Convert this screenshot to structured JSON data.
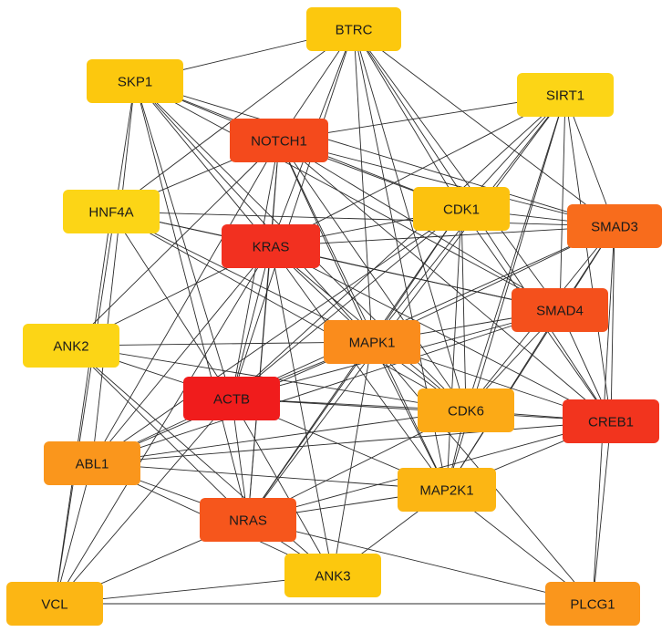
{
  "nodes": [
    {
      "id": "BTRC",
      "label": "BTRC",
      "color": "#fcc80e"
    },
    {
      "id": "SKP1",
      "label": "SKP1",
      "color": "#fcc80e"
    },
    {
      "id": "SIRT1",
      "label": "SIRT1",
      "color": "#fcd516"
    },
    {
      "id": "NOTCH1",
      "label": "NOTCH1",
      "color": "#f44a1c"
    },
    {
      "id": "HNF4A",
      "label": "HNF4A",
      "color": "#fcd516"
    },
    {
      "id": "CDK1",
      "label": "CDK1",
      "color": "#fcc20f"
    },
    {
      "id": "SMAD3",
      "label": "SMAD3",
      "color": "#f86c1c"
    },
    {
      "id": "KRAS",
      "label": "KRAS",
      "color": "#f23020"
    },
    {
      "id": "SMAD4",
      "label": "SMAD4",
      "color": "#f4501c"
    },
    {
      "id": "ANK2",
      "label": "ANK2",
      "color": "#fcd516"
    },
    {
      "id": "MAPK1",
      "label": "MAPK1",
      "color": "#fa8c1c"
    },
    {
      "id": "ACTB",
      "label": "ACTB",
      "color": "#f01c1c"
    },
    {
      "id": "CDK6",
      "label": "CDK6",
      "color": "#fcaa16"
    },
    {
      "id": "CREB1",
      "label": "CREB1",
      "color": "#f2341e"
    },
    {
      "id": "ABL1",
      "label": "ABL1",
      "color": "#fa961c"
    },
    {
      "id": "MAP2K1",
      "label": "MAP2K1",
      "color": "#fcb614"
    },
    {
      "id": "NRAS",
      "label": "NRAS",
      "color": "#f6561c"
    },
    {
      "id": "ANK3",
      "label": "ANK3",
      "color": "#fcc80e"
    },
    {
      "id": "VCL",
      "label": "VCL",
      "color": "#fcb614"
    },
    {
      "id": "PLCG1",
      "label": "PLCG1",
      "color": "#fa961c"
    }
  ],
  "edges": [
    [
      "BTRC",
      "SKP1"
    ],
    [
      "BTRC",
      "NOTCH1"
    ],
    [
      "BTRC",
      "KRAS"
    ],
    [
      "BTRC",
      "CDK1"
    ],
    [
      "BTRC",
      "SMAD3"
    ],
    [
      "BTRC",
      "SMAD4"
    ],
    [
      "BTRC",
      "MAPK1"
    ],
    [
      "BTRC",
      "ACTB"
    ],
    [
      "BTRC",
      "CDK6"
    ],
    [
      "BTRC",
      "CREB1"
    ],
    [
      "BTRC",
      "HNF4A"
    ],
    [
      "BTRC",
      "MAP2K1"
    ],
    [
      "SKP1",
      "NOTCH1"
    ],
    [
      "SKP1",
      "KRAS"
    ],
    [
      "SKP1",
      "CDK1"
    ],
    [
      "SKP1",
      "SMAD3"
    ],
    [
      "SKP1",
      "SMAD4"
    ],
    [
      "SKP1",
      "MAPK1"
    ],
    [
      "SKP1",
      "ACTB"
    ],
    [
      "SKP1",
      "ABL1"
    ],
    [
      "SKP1",
      "VCL"
    ],
    [
      "SKP1",
      "CDK6"
    ],
    [
      "SKP1",
      "NRAS"
    ],
    [
      "SIRT1",
      "NOTCH1"
    ],
    [
      "SIRT1",
      "KRAS"
    ],
    [
      "SIRT1",
      "SMAD3"
    ],
    [
      "SIRT1",
      "SMAD4"
    ],
    [
      "SIRT1",
      "MAPK1"
    ],
    [
      "SIRT1",
      "ACTB"
    ],
    [
      "SIRT1",
      "CDK6"
    ],
    [
      "SIRT1",
      "CREB1"
    ],
    [
      "SIRT1",
      "MAP2K1"
    ],
    [
      "SIRT1",
      "NRAS"
    ],
    [
      "SIRT1",
      "CDK1"
    ],
    [
      "NOTCH1",
      "HNF4A"
    ],
    [
      "NOTCH1",
      "KRAS"
    ],
    [
      "NOTCH1",
      "CDK1"
    ],
    [
      "NOTCH1",
      "SMAD3"
    ],
    [
      "NOTCH1",
      "SMAD4"
    ],
    [
      "NOTCH1",
      "MAPK1"
    ],
    [
      "NOTCH1",
      "ACTB"
    ],
    [
      "NOTCH1",
      "CDK6"
    ],
    [
      "NOTCH1",
      "CREB1"
    ],
    [
      "NOTCH1",
      "MAP2K1"
    ],
    [
      "NOTCH1",
      "NRAS"
    ],
    [
      "NOTCH1",
      "ANK2"
    ],
    [
      "NOTCH1",
      "ABL1"
    ],
    [
      "HNF4A",
      "KRAS"
    ],
    [
      "HNF4A",
      "SMAD3"
    ],
    [
      "HNF4A",
      "SMAD4"
    ],
    [
      "HNF4A",
      "ACTB"
    ],
    [
      "HNF4A",
      "VCL"
    ],
    [
      "HNF4A",
      "CDK6"
    ],
    [
      "HNF4A",
      "MAPK1"
    ],
    [
      "CDK1",
      "KRAS"
    ],
    [
      "CDK1",
      "ACTB"
    ],
    [
      "CDK1",
      "MAPK1"
    ],
    [
      "CDK1",
      "CDK6"
    ],
    [
      "CDK1",
      "MAP2K1"
    ],
    [
      "CDK1",
      "ABL1"
    ],
    [
      "CDK1",
      "NRAS"
    ],
    [
      "CDK1",
      "SMAD3"
    ],
    [
      "CDK1",
      "CREB1"
    ],
    [
      "SMAD3",
      "KRAS"
    ],
    [
      "SMAD3",
      "SMAD4"
    ],
    [
      "SMAD3",
      "ACTB"
    ],
    [
      "SMAD3",
      "MAPK1"
    ],
    [
      "SMAD3",
      "CDK6"
    ],
    [
      "SMAD3",
      "MAP2K1"
    ],
    [
      "SMAD3",
      "PLCG1"
    ],
    [
      "SMAD3",
      "CREB1"
    ],
    [
      "KRAS",
      "SMAD4"
    ],
    [
      "KRAS",
      "MAPK1"
    ],
    [
      "KRAS",
      "ACTB"
    ],
    [
      "KRAS",
      "CDK6"
    ],
    [
      "KRAS",
      "ABL1"
    ],
    [
      "KRAS",
      "MAP2K1"
    ],
    [
      "KRAS",
      "NRAS"
    ],
    [
      "KRAS",
      "ANK2"
    ],
    [
      "KRAS",
      "ANK3"
    ],
    [
      "KRAS",
      "VCL"
    ],
    [
      "KRAS",
      "CREB1"
    ],
    [
      "SMAD4",
      "ACTB"
    ],
    [
      "SMAD4",
      "MAPK1"
    ],
    [
      "SMAD4",
      "CDK6"
    ],
    [
      "SMAD4",
      "CREB1"
    ],
    [
      "SMAD4",
      "MAP2K1"
    ],
    [
      "SMAD4",
      "ABL1"
    ],
    [
      "ANK2",
      "MAPK1"
    ],
    [
      "ANK2",
      "ACTB"
    ],
    [
      "ANK2",
      "CDK6"
    ],
    [
      "ANK2",
      "ANK3"
    ],
    [
      "ANK2",
      "NRAS"
    ],
    [
      "MAPK1",
      "ACTB"
    ],
    [
      "MAPK1",
      "CDK6"
    ],
    [
      "MAPK1",
      "CREB1"
    ],
    [
      "MAPK1",
      "ABL1"
    ],
    [
      "MAPK1",
      "MAP2K1"
    ],
    [
      "MAPK1",
      "NRAS"
    ],
    [
      "MAPK1",
      "PLCG1"
    ],
    [
      "MAPK1",
      "ANK3"
    ],
    [
      "ACTB",
      "CDK6"
    ],
    [
      "ACTB",
      "CREB1"
    ],
    [
      "ACTB",
      "ABL1"
    ],
    [
      "ACTB",
      "MAP2K1"
    ],
    [
      "ACTB",
      "NRAS"
    ],
    [
      "ACTB",
      "VCL"
    ],
    [
      "ACTB",
      "ANK3"
    ],
    [
      "CDK6",
      "CREB1"
    ],
    [
      "CDK6",
      "MAP2K1"
    ],
    [
      "CDK6",
      "NRAS"
    ],
    [
      "CDK6",
      "ABL1"
    ],
    [
      "CREB1",
      "MAP2K1"
    ],
    [
      "CREB1",
      "NRAS"
    ],
    [
      "CREB1",
      "ABL1"
    ],
    [
      "CREB1",
      "PLCG1"
    ],
    [
      "ABL1",
      "NRAS"
    ],
    [
      "ABL1",
      "MAP2K1"
    ],
    [
      "ABL1",
      "VCL"
    ],
    [
      "ABL1",
      "ANK3"
    ],
    [
      "MAP2K1",
      "NRAS"
    ],
    [
      "MAP2K1",
      "PLCG1"
    ],
    [
      "MAP2K1",
      "ANK3"
    ],
    [
      "NRAS",
      "PLCG1"
    ],
    [
      "NRAS",
      "ANK3"
    ],
    [
      "NRAS",
      "VCL"
    ],
    [
      "VCL",
      "PLCG1"
    ],
    [
      "VCL",
      "ANK3"
    ]
  ]
}
